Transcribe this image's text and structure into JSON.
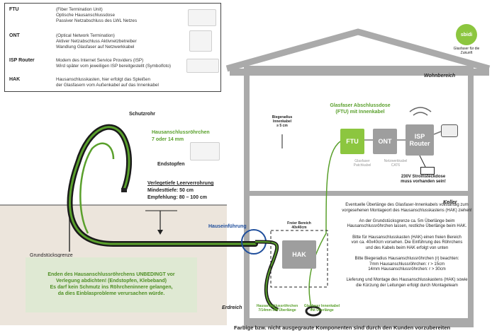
{
  "legend": {
    "items": [
      {
        "key": "FTU",
        "desc": [
          "(Fiber Termination Unit)",
          "Optische Hausanschlussdose",
          "Passiver Netzabschluss des LWL Netzes"
        ]
      },
      {
        "key": "ONT",
        "desc": [
          "(Optical Network Termination)",
          "Aktiver Netzabschluss Aktivnetzbetreiber",
          "Wandlung Glasfaser auf Netzwerkkabel"
        ]
      },
      {
        "key": "ISP Router",
        "desc": [
          "Modem des Internet Service Providers (ISP)",
          "Wird später vom jeweiligen ISP bereitgestellt (Symbolfoto)"
        ]
      },
      {
        "key": "HAK",
        "desc": [
          "Hausanschlusskasten, hier erfolgt das Spleißen",
          "der Glasfasern vom Außenkabel auf das Innenkabel"
        ]
      }
    ]
  },
  "logo": {
    "text": "sbidi",
    "sub": "Glasfaser für die Zukunft"
  },
  "house": {
    "wohnbereich": "Wohnbereich",
    "keller": "Keller",
    "erdreich": "Erdreich"
  },
  "labels": {
    "schutzrohr": "Schutzrohr",
    "hausanschluss_title": "Hausanschlussröhrchen",
    "hausanschluss_size": "7 oder 14 mm",
    "endstopfen": "Endstopfen",
    "verlegetiefe_title": "Verlegetiefe Leerverrohrung",
    "mindesttiefe": "Mindesttiefe: 50 cm",
    "empfehlung": "Empfehlung: 80 – 100 cm",
    "grundstuecksgrenze": "Grundstücksgrenze",
    "hauseinfuehrung": "Hauseinführung",
    "glasfaser_dose": "Glasfaser Abschlussdose\n(FTU) mit Innenkabel",
    "biegeradius": "Biegeradius\nInnenkabel\n≥ 5 cm",
    "ftu": "FTU",
    "ont": "ONT",
    "isp_router": "ISP\nRouter",
    "glasfaser_patch": "Glasfaser\nPatchkabel",
    "netzwerkkabel": "Netzwerkkabel\nCAT6",
    "stromsteckdose": "230V Stromsteckdose\nmuss vorhanden sein!",
    "freier_bereich": "Freier Bereich\n40x40cm",
    "hak": "HAK",
    "roehrchen_ueberlaenge": "Hausanschlussröhrchen\n7/14mm mit Überlänge",
    "innenkabel_ueberlaenge": "Glasfaser Innenkabel\nmit Überlänge"
  },
  "warning": "Enden des Hausanschlussröhrchens UNBEDINGT vor\nVerlegung abdichten! (Endstopfen, Klebeband)\nEs darf kein Schmutz ins Röhrcheninnere gelangen,\nda dies Einblasprobleme verursachen würde.",
  "keller_text": "Eventuelle Überlänge des Glasfaser-Innenkabels vollständig zum\nvorgesehenen Montageort des Hausanschlusskastens (HAK) ziehen!\n\nAn der Grundstücksgrenze ca. 5m Überlänge beim\nHausanschlussröhrchen lassen, restliche Überlänge beim HAK.\n\nBitte für Hausanschlusskasten (HAK) einen freien Bereich\nvon ca. 40x40cm vorsehen. Die Einführung des Röhrchens\nund des Kabels beim HAK erfolgt von unten\n\nBitte Biegeradius Hausanschlussröhrchen (r) beachten:\n7mm Hausanschlussröhrchen: r > 15cm\n14mm Hausanschlussröhrchen: r > 30cm\n\nLieferung und Montage des Hausanschlusskastens (HAK) sowie\ndie Kürzung der Leitungen erfolgt durch Montageteam",
  "footer": "Farbige bzw. nicht ausgegraute Komponenten sind durch den Kunden vorzubereiten",
  "colors": {
    "green": "#5aa02c",
    "grey": "#9a9a9a",
    "dark": "#222222",
    "soil": "#ece5dc",
    "wall": "#aaaaaa"
  }
}
